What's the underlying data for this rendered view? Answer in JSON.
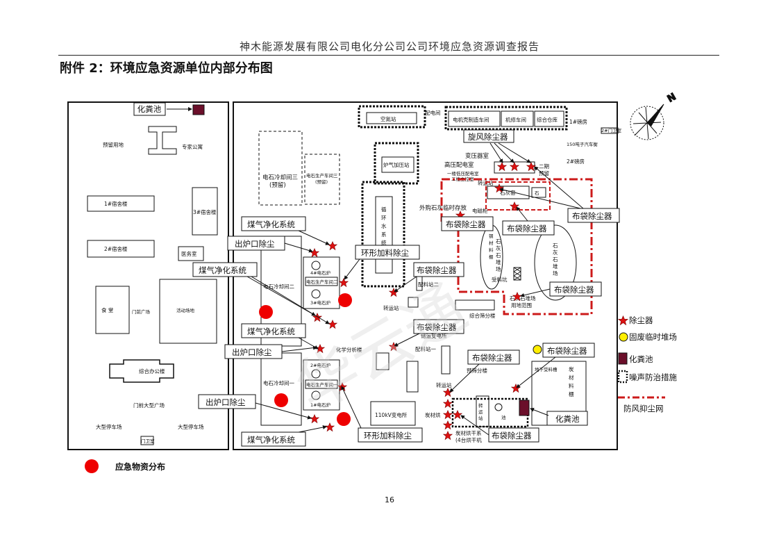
{
  "header": "神木能源发展有限公司电化分公司公司环境应急资源调查报告",
  "title": "附件 2：环境应急资源单位内部分布图",
  "page_number": "16",
  "map": {
    "left": {
      "septic": "化粪池",
      "reserved": "预留用地",
      "expert": "专家公寓",
      "dorm1": "1#宿舍楼",
      "dorm3": "3#宿舍楼",
      "dorm2": "2#宿舍楼",
      "clinic": "医务室",
      "canteen": "食 堂",
      "gate_square": "门前广场",
      "activity": "活动场地",
      "office": "综合办公楼",
      "front_square": "门前大型广场",
      "parking1": "大型停车场",
      "parking2": "大型停车场",
      "guard": "门卫室"
    },
    "right": {
      "air_station": "空氮站",
      "power_room": "配电间",
      "motor_shop": "电机壳制造车间",
      "repair_shop": "机修车间",
      "warehouse": "综合仓库",
      "scale1": "1#磅房",
      "guard2": "2#门卫室",
      "truck_scale": "150吨子汽车衡",
      "scale2": "2#磅房",
      "cool3": "电石冷却间三\n(预留)",
      "prod3": "电石生产车间三\n(预留)",
      "furnace_gas": "炉气加压站",
      "transformer": "变压器室",
      "hv_room": "高压配电室",
      "ctrl_room": "一楼低压配电室\n二楼主控室",
      "phase2": "二期\n预留",
      "transfer_top": "转运站",
      "kiln": "石灰窑",
      "kiln_a": "石",
      "circ_water": "循\n环\n水\n系\n统",
      "lime_temp": "外购石灰临时存放",
      "cabinet": "电磁柜",
      "steel_shed": "钢\n材\n料\n棚",
      "lime_pile_a": "石\n灰\n石\n堆\n场",
      "lime_pile_b": "石\n灰\n石\n堆\n场",
      "receive": "受料坑",
      "lime_range": "石灰石堆场\n用地范围",
      "cool2": "电石冷却间二",
      "f4": "4#电石炉",
      "prod2": "电石生产车间二",
      "f3": "3#电石炉",
      "mix2": "配料站二",
      "transfer_mid": "转运站",
      "sieve": "综合筛分楼",
      "storage_sub": "储运变电所",
      "mix1": "配料站一",
      "lab": "化学分析楼",
      "cool1": "电石冷却间一",
      "f2": "2#电石炉",
      "prod1": "电石生产车间一",
      "f1": "1#电石炉",
      "presieve": "预筛分楼",
      "transfer_low": "转运站",
      "dry_char": "炭材烘",
      "dryer": "炭材烘干系\n(4台烘干机",
      "sub110": "110kV变电所",
      "pool": "池",
      "pit": "地下受料槽",
      "carbon_shed": "炭\n材\n料\n棚"
    },
    "callouts": {
      "septic_main": "化粪池",
      "cyclone": "旋风除尘器",
      "bag1": "布袋除尘器",
      "bag2": "布袋除尘器",
      "bag3": "布袋除尘器",
      "bag4": "布袋除尘器",
      "bag5": "布袋除尘器",
      "bag6": "布袋除尘器",
      "bag7": "布袋除尘器",
      "bag8": "布袋除尘器",
      "bag9": "布袋除尘器",
      "gas1": "煤气净化系统",
      "gas2": "煤气净化系统",
      "gas3": "煤气净化系统",
      "gas4": "煤气净化系统",
      "outlet1": "出炉口除尘",
      "outlet2": "出炉口除尘",
      "outlet3": "出炉口除尘",
      "ring1": "环形加料除尘",
      "ring2": "环形加料除尘",
      "septic_low": "化粪池"
    },
    "legend": {
      "dust": "除尘器",
      "solid_waste": "固废临时堆场",
      "septic": "化粪池",
      "noise": "噪声防治措施",
      "windbreak": "防风抑尘网"
    },
    "watermark": "华云通",
    "emergency_legend": "应急物资分布"
  },
  "colors": {
    "emergency": "#ee0000",
    "star": "#dd1111",
    "septic": "#6b0f2a",
    "windbreak": "#cc1a1a",
    "solid_waste": "#ffee00"
  }
}
